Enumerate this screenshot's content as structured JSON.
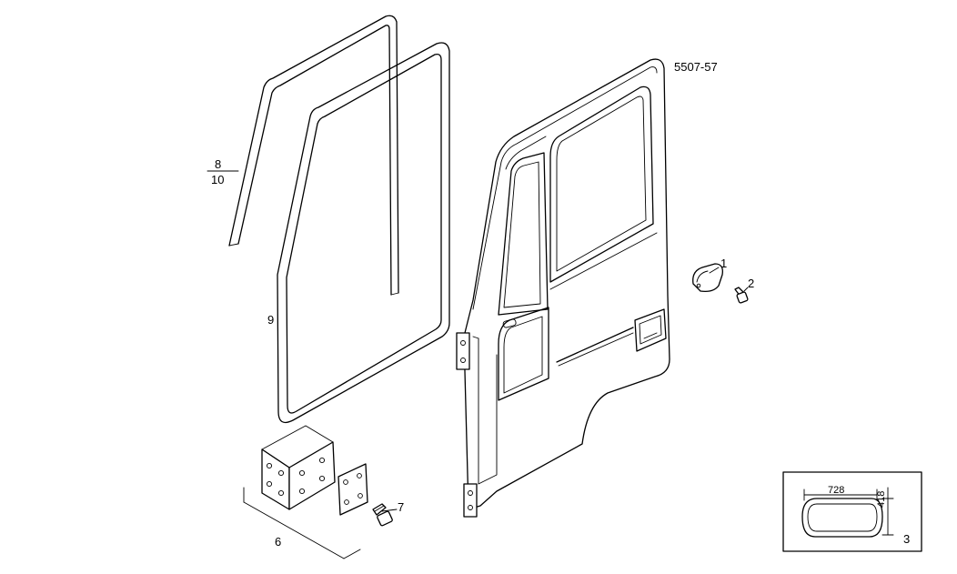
{
  "diagram": {
    "reference_code": "5507-57",
    "callouts": {
      "c1": "1",
      "c2": "2",
      "c3": "3",
      "c6": "6",
      "c7": "7",
      "c8": "8",
      "c9": "9",
      "c10": "10"
    },
    "inset": {
      "width_dim": "728",
      "height_dim": "418"
    }
  }
}
